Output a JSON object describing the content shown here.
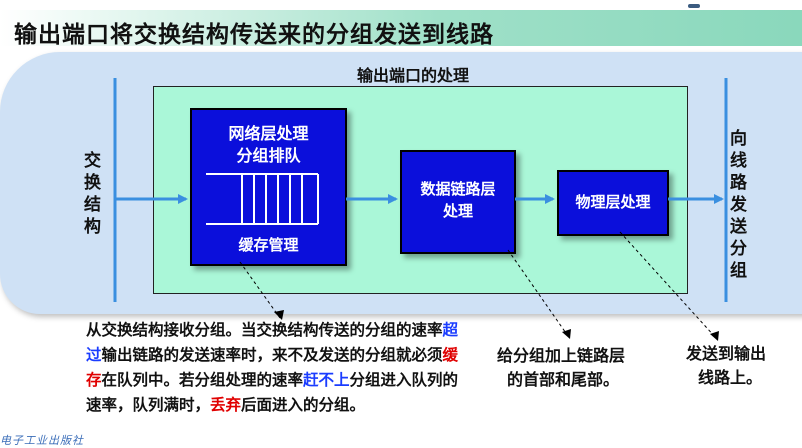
{
  "title": "输出端口将交换结构传送来的分组发送到线路",
  "section_label": "输出端口的处理",
  "left_label": [
    "交",
    "换",
    "结",
    "构"
  ],
  "right_label": [
    "向",
    "线",
    "路",
    "发",
    "送",
    "分",
    "组"
  ],
  "network_box": {
    "line1": "网络层处理",
    "line2": "分组排队",
    "buffer": "缓存管理"
  },
  "datalink_box": {
    "line1": "数据链路层",
    "line2": "处理"
  },
  "physical_box": {
    "text": "物理层处理"
  },
  "description": {
    "p1": "从交换结构接收分组。当交换结构传送的分组的速率",
    "h1": "超过",
    "p2": "输出链路的发送速率时，来不及发送的分组就必须",
    "h2": "缓存",
    "p3": "在队列中。若分组处理的速率",
    "h3": "赶不上",
    "p4": "分组进入队列的速率，队列满时，",
    "h4": "丢弃",
    "p5": "后面进入的分组。"
  },
  "note_datalink": [
    "给分组加上链路层",
    "的首部和尾部。"
  ],
  "note_physical": [
    "发送到输出",
    "线路上。"
  ],
  "logo_text": "电子工业出版社",
  "colors": {
    "box_blue": "#0b0fdb",
    "box_green": "#aaf7d8",
    "band_blue": "#cfe1f5",
    "arrow": "#3a8fe0",
    "highlight_blue": "#1a3cff",
    "highlight_red": "#e00000"
  }
}
